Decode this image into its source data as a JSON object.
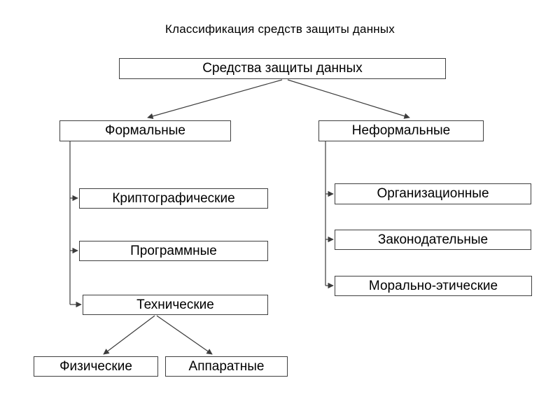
{
  "title": "Классификация средств защиты данных",
  "nodes": {
    "root": "Средства защиты данных",
    "formal": "Формальные",
    "informal": "Неформальные",
    "crypto": "Криптографические",
    "software": "Программные",
    "technical": "Технические",
    "physical": "Физические",
    "hardware": "Аппаратные",
    "organizational": "Организационные",
    "legislative": "Законодательные",
    "moral": "Морально-этические"
  },
  "colors": {
    "background": "#ffffff",
    "text": "#000000",
    "box_border": "#3f3f3f",
    "line": "#3c3c3c"
  },
  "diagram": {
    "type": "hierarchy-tree",
    "edges": [
      [
        "root",
        "formal"
      ],
      [
        "root",
        "informal"
      ],
      [
        "formal",
        "crypto"
      ],
      [
        "formal",
        "software"
      ],
      [
        "formal",
        "technical"
      ],
      [
        "technical",
        "physical"
      ],
      [
        "technical",
        "hardware"
      ],
      [
        "informal",
        "organizational"
      ],
      [
        "informal",
        "legislative"
      ],
      [
        "informal",
        "moral"
      ]
    ]
  }
}
